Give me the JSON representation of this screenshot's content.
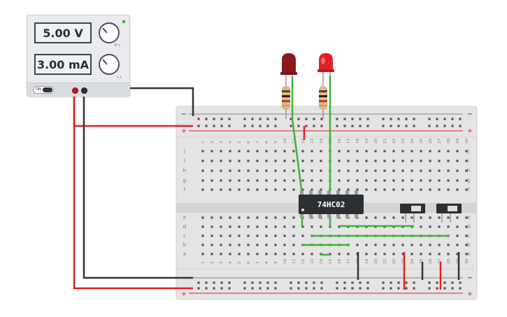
{
  "power_supply": {
    "voltage_display": "5.00 V",
    "current_display": "3.00 mA",
    "onoff_label": "ON",
    "voltage_knob_label": "30 V",
    "current_knob_label": "5 A"
  },
  "chip": {
    "label": "74HC02"
  },
  "breadboard": {
    "row_letters_top": [
      "j",
      "i",
      "h",
      "g",
      "f"
    ],
    "row_letters_bottom": [
      "e",
      "d",
      "c",
      "b",
      "a"
    ],
    "column_numbers": [
      "1",
      "2",
      "3",
      "4",
      "5",
      "6",
      "7",
      "8",
      "9",
      "10",
      "11",
      "12",
      "13",
      "14",
      "15",
      "16",
      "17",
      "18",
      "19",
      "20",
      "21",
      "22",
      "23",
      "24",
      "25",
      "26",
      "27",
      "28",
      "29",
      "30"
    ],
    "rail_minus": "−",
    "rail_plus": "+"
  },
  "colors": {
    "wire_red": "#e02020",
    "wire_black": "#333333",
    "wire_green": "#3cb43c",
    "led_red": "#c41e1e",
    "breadboard": "#e6e6e6"
  }
}
